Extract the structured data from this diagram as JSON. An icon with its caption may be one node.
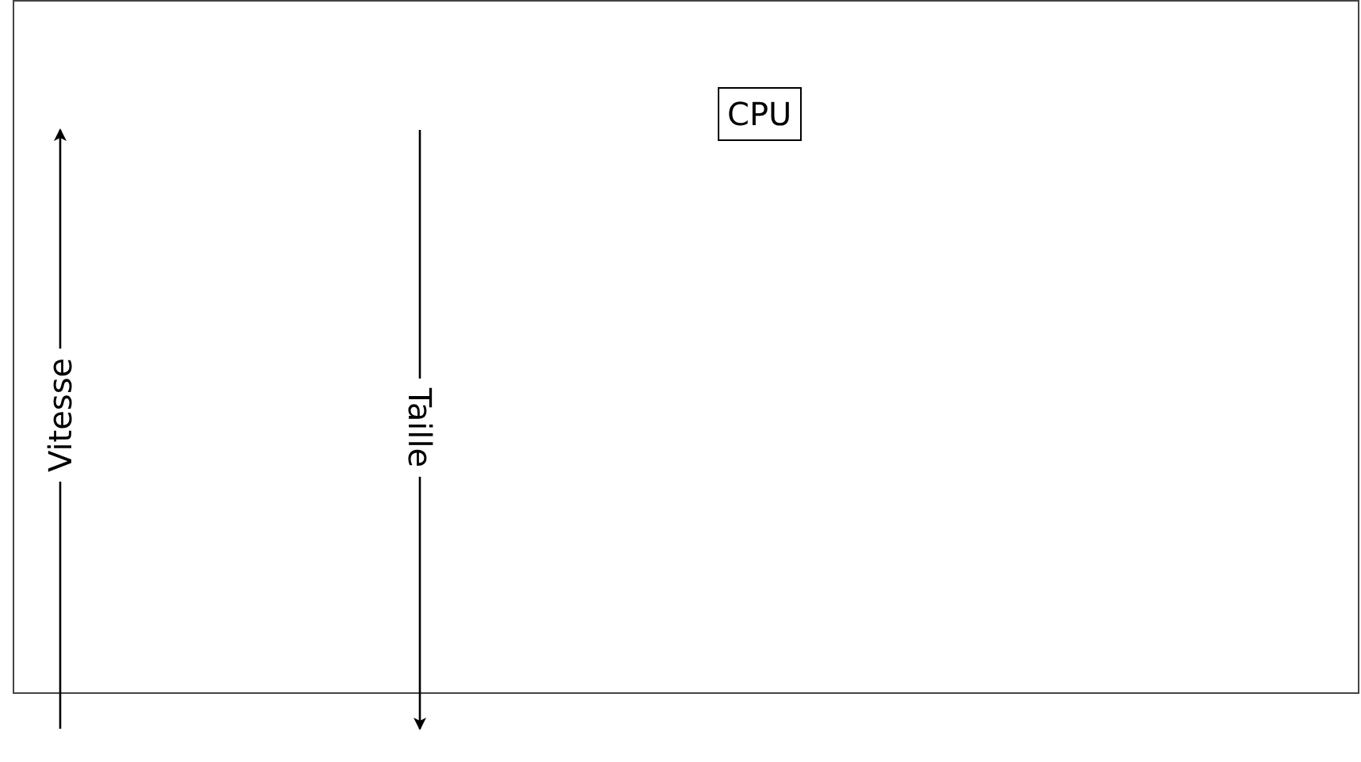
{
  "diagram": {
    "nodes": [
      {
        "text": [
          "CPU"
        ]
      }
    ],
    "labels": [
      "Vitesse",
      "Taille"
    ]
  }
}
